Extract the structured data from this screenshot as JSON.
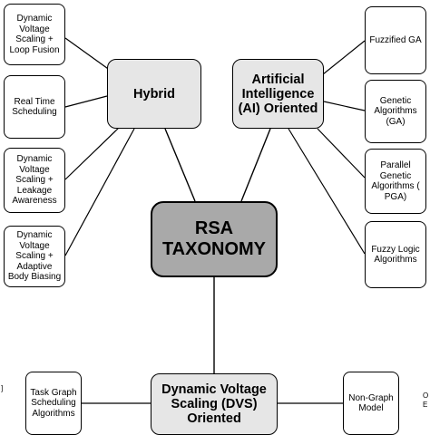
{
  "root": {
    "label": "RSA\nTAXONOMY"
  },
  "hubs": {
    "hybrid": {
      "label": "Hybrid"
    },
    "ai": {
      "label": "Artificial\nIntelligence\n(AI) Oriented"
    },
    "dvs": {
      "label": "Dynamic Voltage\nScaling (DVS)\nOriented"
    }
  },
  "leaves": {
    "dvs_loop_fusion": "Dynamic\nVoltage\nScaling +\nLoop Fusion",
    "real_time_scheduling": "Real Time\nScheduling",
    "dvs_leakage": "Dynamic\nVoltage\nScaling +\nLeakage\nAwareness",
    "dvs_body_biasing": "Dynamic\nVoltage\nScaling +\nAdaptive\nBody Biasing",
    "fuzzified_ga": "Fuzzified GA",
    "genetic_algorithms": "Genetic\nAlgorithms\n(GA)",
    "parallel_ga": "Parallel\nGenetic\nAlgorithms (\nPGA)",
    "fuzzy_logic": "Fuzzy Logic\nAlgorithms",
    "task_graph": "Task Graph\nScheduling\nAlgorithms",
    "non_graph": "Non-Graph\nModel"
  },
  "fragments": {
    "left": "]",
    "right": "O\nE"
  },
  "colors": {
    "root_fill": "#a9a9a9",
    "hub_fill": "#e6e6e6",
    "leaf_fill": "#ffffff",
    "stroke": "#000000"
  }
}
